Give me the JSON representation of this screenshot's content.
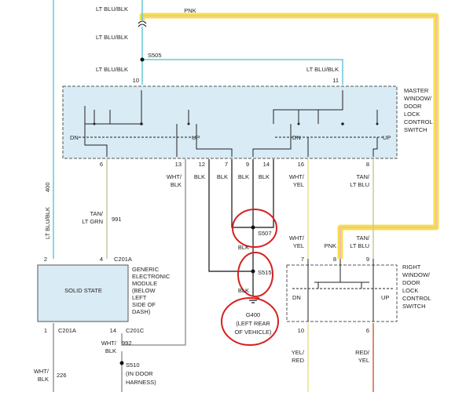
{
  "colors": {
    "background": "#ffffff",
    "module_fill": "#d9ebf5",
    "module_border": "#555555",
    "wire_lt_blu": "#66c8d8",
    "wire_tan": "#c8c8a0",
    "wire_gray": "#999999",
    "wire_black": "#111111",
    "wire_pink": "#f2b8c8",
    "wire_red": "#d06040",
    "highlight_yellow": "#f5e04a",
    "annotation_red": "#d42020"
  },
  "wire_labels": {
    "top_lt_blu_blk": "LT BLU/BLK",
    "pnk_top": "PNK",
    "lt_blu_blk_2": "LT BLU/BLK",
    "s505": "S505",
    "lt_blu_blk_3": "LT BLU/BLK",
    "lt_blu_blk_4": "LT BLU/BLK",
    "wire_400": "400",
    "wire_lt_blu_blk_vert": "LT BLU/BLK",
    "tan_lt_grn_a": "TAN/",
    "tan_lt_grn_b": "LT GRN",
    "wire_991": "991",
    "wht_blk_a": "WHT/",
    "wht_blk_b": "BLK",
    "blk_12": "BLK",
    "blk_7": "BLK",
    "blk_9": "BLK",
    "blk_14": "BLK",
    "wht_yel_a": "WHT/",
    "wht_yel_b": "YEL",
    "tan_lt_blu_a": "TAN/",
    "tan_lt_blu_b": "LT BLU",
    "s507": "S507",
    "blk_s507": "BLK",
    "s515": "S515",
    "blk_s515": "BLK",
    "wht_yel_c": "WHT/",
    "wht_yel_d": "YEL",
    "pnk_8": "PNK",
    "tan_lt_blu_c": "TAN/",
    "tan_lt_blu_d": "LT BLU",
    "wht_blk_992a": "WHT/",
    "wht_blk_992b": "BLK",
    "wire_992": "992",
    "wht_blk_226a": "WHT/",
    "wht_blk_226b": "BLK",
    "wire_226": "226",
    "yel_red_a": "YEL/",
    "yel_red_b": "RED",
    "red_yel_a": "RED/",
    "red_yel_b": "YEL"
  },
  "pins": {
    "p10": "10",
    "p11": "11",
    "p6": "6",
    "p13": "13",
    "p12": "12",
    "p7": "7",
    "p9": "9",
    "p14": "14",
    "p16": "16",
    "p8": "8",
    "m2": "2",
    "m4": "4",
    "c201a_top": "C201A",
    "m1": "1",
    "c201a_bot": "C201A",
    "m14": "14",
    "c201c": "C201C",
    "r7": "7",
    "r8": "8",
    "r9": "9",
    "r10": "10",
    "r6": "6"
  },
  "master_switch": {
    "title_lines": [
      "MASTER",
      "WINDOW/",
      "DOOR",
      "LOCK",
      "CONTROL",
      "SWITCH"
    ],
    "dn_left": "DN",
    "up_left": "UP",
    "dn_right": "DN",
    "up_right": "UP"
  },
  "gem": {
    "title_lines": [
      "GENERIC",
      "ELECTRONIC",
      "MODULE",
      "(BELOW",
      "LEFT",
      "SIDE OF",
      "DASH)"
    ],
    "body_text": "SOLID STATE"
  },
  "right_switch": {
    "title_lines": [
      "RIGHT",
      "WINDOW/",
      "DOOR",
      "LOCK",
      "CONTROL",
      "SWITCH"
    ],
    "dn": "DN",
    "up": "UP"
  },
  "ground": {
    "name": "G400",
    "desc_lines": [
      "(LEFT REAR",
      "OF VEHICLE)"
    ]
  },
  "splice_s510": {
    "name": "S510",
    "desc_lines": [
      "(IN DOOR",
      "HARNESS)"
    ]
  }
}
